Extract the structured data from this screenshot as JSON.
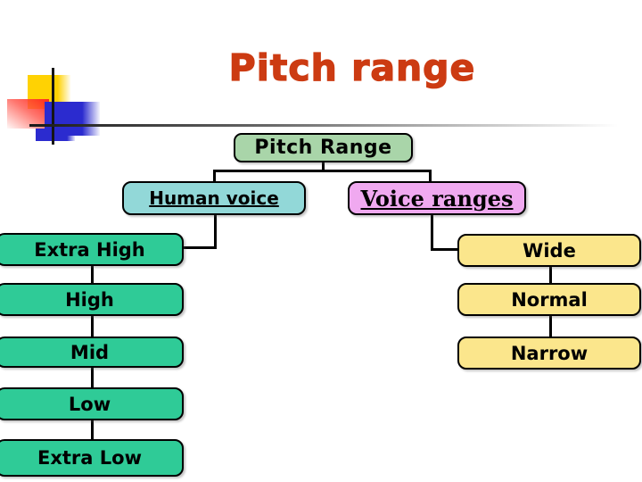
{
  "slide": {
    "title": "Pitch range"
  },
  "diagram": {
    "root": {
      "label": "Pitch Range"
    },
    "branches": [
      {
        "label": "Human voice"
      },
      {
        "label": "Voice ranges"
      }
    ],
    "left_items": [
      {
        "label": "Extra High"
      },
      {
        "label": "High"
      },
      {
        "label": "Mid"
      },
      {
        "label": "Low"
      },
      {
        "label": "Extra Low"
      }
    ],
    "right_items": [
      {
        "label": "Wide"
      },
      {
        "label": "Normal"
      },
      {
        "label": "Narrow"
      }
    ]
  },
  "colors": {
    "title_text": "#CC3B12",
    "root_fill": "#A9D5A9",
    "human_voice_fill": "#92D8D8",
    "voice_ranges_fill": "#F0A9F0",
    "left_item_fill": "#2FCB97",
    "right_item_fill": "#FBE68C",
    "border": "#000000",
    "deco_yellow": "#FFD203",
    "deco_red": "#FF2B20",
    "deco_blue": "#2B2BCF"
  }
}
